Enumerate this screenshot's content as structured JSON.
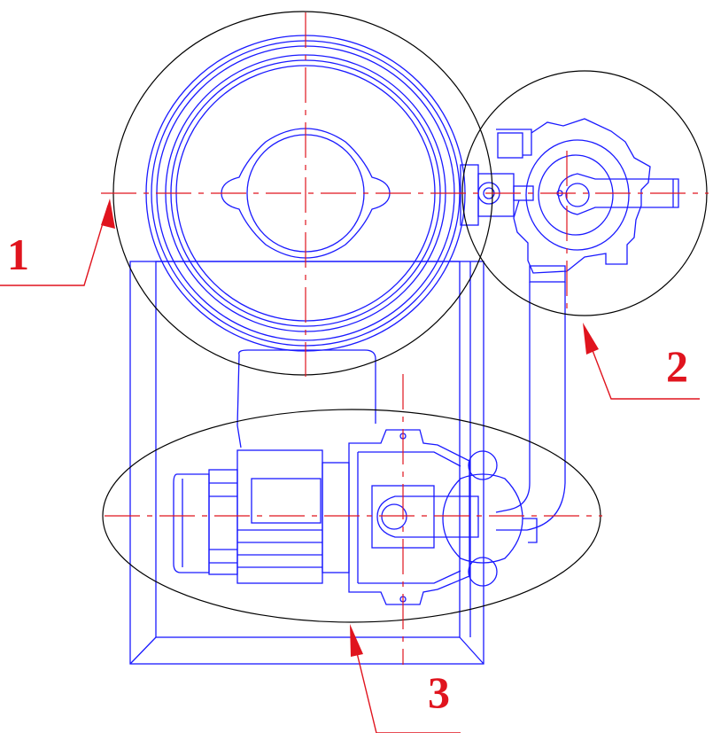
{
  "diagram": {
    "labels": [
      {
        "id": "callout-1",
        "text": "1"
      },
      {
        "id": "callout-2",
        "text": "2"
      },
      {
        "id": "callout-3",
        "text": "3"
      }
    ],
    "colors": {
      "geometry": "#1a1aff",
      "zones": "#000000",
      "annotations": "#e0141e"
    }
  }
}
